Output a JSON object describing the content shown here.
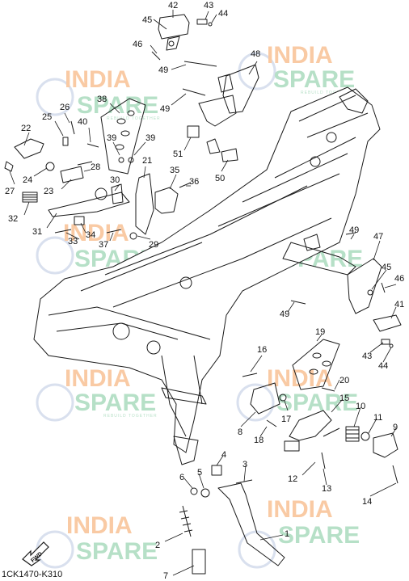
{
  "diagram_code": "1CK1470-K310",
  "fwd_label": "FWD",
  "watermark": {
    "line1": "INDIA",
    "line2": "SPARE",
    "tagline": "REBUILD TOGETHER",
    "color_orange": "#f5a05a",
    "color_green": "#7cc79a",
    "color_blue": "#3a5fa8"
  },
  "callouts": [
    "1",
    "2",
    "3",
    "4",
    "5",
    "6",
    "7",
    "8",
    "9",
    "10",
    "11",
    "12",
    "13",
    "14",
    "15",
    "16",
    "17",
    "18",
    "19",
    "20",
    "21",
    "22",
    "23",
    "24",
    "25",
    "26",
    "27",
    "28",
    "29",
    "30",
    "31",
    "32",
    "33",
    "34",
    "35",
    "36",
    "37",
    "38",
    "39",
    "40",
    "41",
    "42",
    "43",
    "44",
    "45",
    "46",
    "47",
    "48",
    "49",
    "50",
    "51"
  ],
  "callout_labels": {
    "n42": "42",
    "n43a": "43",
    "n44a": "44",
    "n45a": "45",
    "n46a": "46",
    "n48": "48",
    "n49a": "49",
    "n49b": "49",
    "n38": "38",
    "n26": "26",
    "n25": "25",
    "n40": "40",
    "n22": "22",
    "n39a": "39",
    "n39b": "39",
    "n51": "51",
    "n50": "50",
    "n24": "24",
    "n27": "27",
    "n28": "28",
    "n21": "21",
    "n30": "30",
    "n35": "35",
    "n36": "36",
    "n23": "23",
    "n32": "32",
    "n31": "31",
    "n34": "34",
    "n37": "37",
    "n33": "33",
    "n29": "29",
    "n49c": "49",
    "n47": "47",
    "n45b": "45",
    "n46b": "46",
    "n41": "41",
    "n49d": "49",
    "n19": "19",
    "n16": "16",
    "n43b": "43",
    "n44b": "44",
    "n20": "20",
    "n15": "15",
    "n10": "10",
    "n11": "11",
    "n9": "9",
    "n17": "17",
    "n8": "8",
    "n18": "18",
    "n4": "4",
    "n3": "3",
    "n5": "5",
    "n6": "6",
    "n12": "12",
    "n13": "13",
    "n14": "14",
    "n1": "1",
    "n2": "2",
    "n7": "7"
  }
}
